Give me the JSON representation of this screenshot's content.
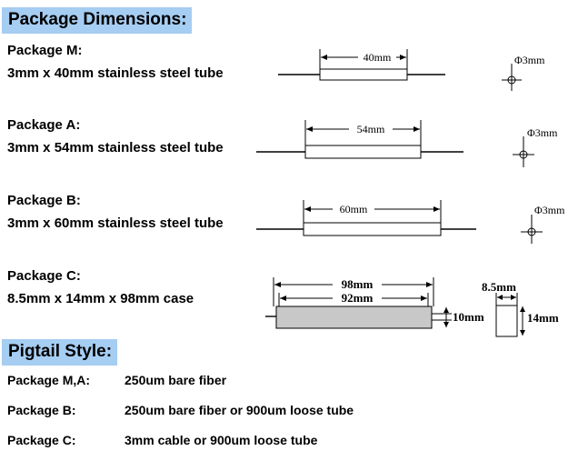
{
  "dimensions_header": "Package Dimensions:",
  "packages": [
    {
      "name": "Package M:",
      "desc": "3mm x 40mm stainless steel tube",
      "length": "40mm",
      "diameter": "Φ3mm"
    },
    {
      "name": "Package A:",
      "desc": "3mm x 54mm stainless steel tube",
      "length": "54mm",
      "diameter": "Φ3mm"
    },
    {
      "name": "Package B:",
      "desc": "3mm x 60mm stainless steel tube",
      "length": "60mm",
      "diameter": "Φ3mm"
    },
    {
      "name": "Package C:",
      "desc": "8.5mm x 14mm x 98mm case",
      "outer_length": "98mm",
      "inner_length": "92mm",
      "height": "10mm",
      "width": "8.5mm",
      "depth": "14mm"
    }
  ],
  "pigtail_header": "Pigtail Style:",
  "pigtail": [
    {
      "name": "Package M,A:",
      "value": "250um bare fiber"
    },
    {
      "name": "Package B:",
      "value": "250um bare fiber or 900um loose tube"
    },
    {
      "name": "Package C:",
      "value": "3mm cable or 900um loose tube"
    }
  ],
  "colors": {
    "header_bg": "#a6cdf2",
    "case_fill": "#c8c8c8"
  }
}
